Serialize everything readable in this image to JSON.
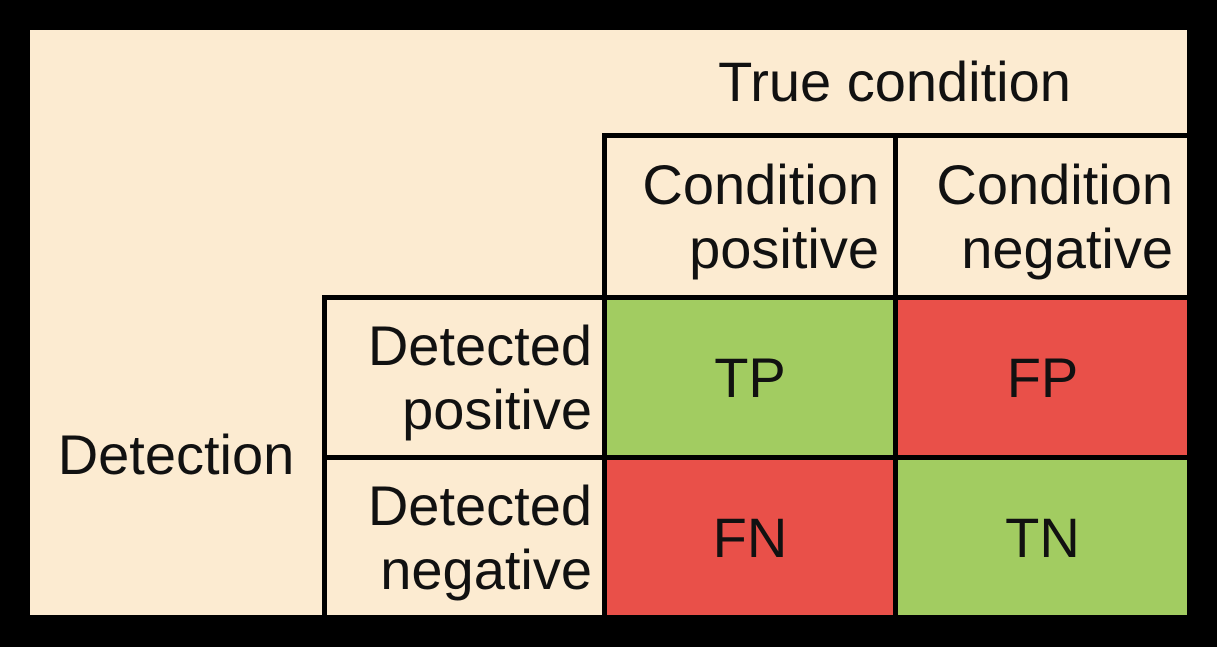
{
  "diagram": {
    "top_axis_title": "True condition",
    "left_axis_title": "Detection",
    "column_headers": [
      "Condition\npositive",
      "Condition\nnegative"
    ],
    "row_headers": [
      "Detected\npositive",
      "Detected\nnegative"
    ],
    "cells": {
      "tp": {
        "label": "TP",
        "meaning": "true positive",
        "color": "#A2CC61"
      },
      "fp": {
        "label": "FP",
        "meaning": "false positive",
        "color": "#E95049"
      },
      "fn": {
        "label": "FN",
        "meaning": "false negative",
        "color": "#E95049"
      },
      "tn": {
        "label": "TN",
        "meaning": "true negative",
        "color": "#A2CC61"
      }
    },
    "colors": {
      "frame": "#000000",
      "panel_background": "#FCEBD1",
      "grid_line": "#000000",
      "correct_cell_green": "#A2CC61",
      "incorrect_cell_red": "#E95049",
      "text": "#111111"
    }
  }
}
